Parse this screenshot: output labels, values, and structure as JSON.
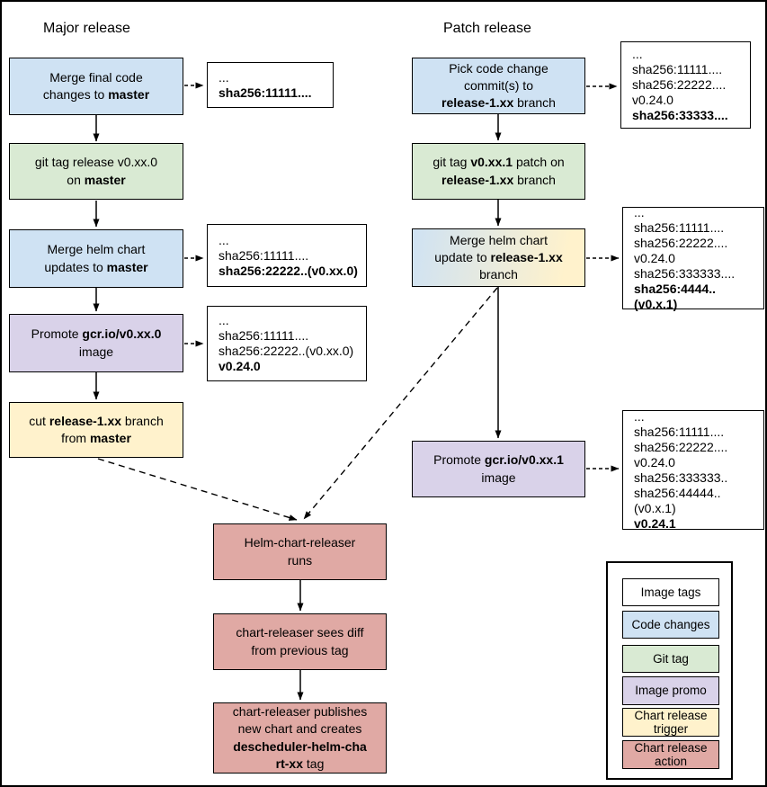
{
  "titles": {
    "major": "Major release",
    "patch": "Patch release"
  },
  "colors": {
    "background": "#ffffff",
    "frame": "#000000",
    "box_border": "#000000",
    "code_changes_blue": "#cfe2f3",
    "git_tag_green": "#d9ead3",
    "image_promo_purple": "#d9d2e9",
    "chart_trigger_yellow": "#fff2cc",
    "chart_action_red": "#e0a9a4",
    "image_tags_white": "#ffffff"
  },
  "nodes": {
    "majorMergeCode": {
      "parts": [
        {
          "t": "Merge final code"
        },
        {
          "br": 1
        },
        {
          "t": "changes to "
        },
        {
          "t": "master",
          "b": 1
        }
      ]
    },
    "majorGitTag": {
      "parts": [
        {
          "t": "git tag release v0.xx.0"
        },
        {
          "br": 1
        },
        {
          "t": "on "
        },
        {
          "t": "master",
          "b": 1
        }
      ]
    },
    "majorMergeHelm": {
      "parts": [
        {
          "t": "Merge helm chart"
        },
        {
          "br": 1
        },
        {
          "t": "updates to "
        },
        {
          "t": "master",
          "b": 1
        }
      ]
    },
    "majorPromote": {
      "parts": [
        {
          "t": "Promote "
        },
        {
          "t": "gcr.io/v0.xx.0",
          "b": 1
        },
        {
          "br": 1
        },
        {
          "t": "image"
        }
      ]
    },
    "majorCut": {
      "parts": [
        {
          "t": "cut "
        },
        {
          "t": "release-1.xx",
          "b": 1
        },
        {
          "t": " branch"
        },
        {
          "br": 1
        },
        {
          "t": "from "
        },
        {
          "t": "master",
          "b": 1
        }
      ]
    },
    "patchPick": {
      "parts": [
        {
          "t": "Pick code change"
        },
        {
          "br": 1
        },
        {
          "t": "commit(s) to"
        },
        {
          "br": 1
        },
        {
          "t": "release-1.xx",
          "b": 1
        },
        {
          "t": " branch"
        }
      ]
    },
    "patchGitTag": {
      "parts": [
        {
          "t": "git tag "
        },
        {
          "t": "v0.xx.1",
          "b": 1
        },
        {
          "t": " patch on"
        },
        {
          "br": 1
        },
        {
          "t": "release-1.xx",
          "b": 1
        },
        {
          "t": " branch"
        }
      ]
    },
    "patchMergeHelm": {
      "parts": [
        {
          "t": "Merge helm chart"
        },
        {
          "br": 1
        },
        {
          "t": "update to "
        },
        {
          "t": "release-1.xx",
          "b": 1
        },
        {
          "br": 1
        },
        {
          "t": "branch"
        }
      ]
    },
    "patchPromote": {
      "parts": [
        {
          "t": "Promote "
        },
        {
          "t": "gcr.io/v0.xx.1",
          "b": 1
        },
        {
          "br": 1
        },
        {
          "t": "image"
        }
      ]
    },
    "releaserRuns": {
      "parts": [
        {
          "t": "Helm-chart-releaser"
        },
        {
          "br": 1
        },
        {
          "t": "runs"
        }
      ]
    },
    "releaserDiff": {
      "parts": [
        {
          "t": "chart-releaser sees diff"
        },
        {
          "br": 1
        },
        {
          "t": "from previous tag"
        }
      ]
    },
    "releaserPublish": {
      "parts": [
        {
          "t": "chart-releaser publishes"
        },
        {
          "br": 1
        },
        {
          "t": "new chart and creates"
        },
        {
          "br": 1
        },
        {
          "t": "descheduler-helm-cha",
          "b": 1
        },
        {
          "br": 1
        },
        {
          "t": "rt-xx",
          "b": 1
        },
        {
          "t": " tag"
        }
      ]
    }
  },
  "tags": {
    "majorTag1": {
      "lines": [
        {
          "t": "..."
        },
        {
          "t": "sha256:11111....",
          "b": 1
        }
      ]
    },
    "majorTag2": {
      "lines": [
        {
          "t": "..."
        },
        {
          "t": "sha256:11111...."
        },
        {
          "t": "sha256:22222..(v0.xx.0)",
          "b": 1
        }
      ]
    },
    "majorTag3": {
      "lines": [
        {
          "t": "..."
        },
        {
          "t": "sha256:11111...."
        },
        {
          "t": "sha256:22222..(v0.xx.0)"
        },
        {
          "t": "v0.24.0",
          "b": 1
        }
      ]
    },
    "patchTag1": {
      "lines": [
        {
          "t": "..."
        },
        {
          "t": "sha256:11111...."
        },
        {
          "t": "sha256:22222...."
        },
        {
          "t": "v0.24.0"
        },
        {
          "t": "sha256:33333....",
          "b": 1
        }
      ]
    },
    "patchTag2": {
      "lines": [
        {
          "t": "..."
        },
        {
          "t": "sha256:11111...."
        },
        {
          "t": "sha256:22222...."
        },
        {
          "t": "v0.24.0"
        },
        {
          "t": "sha256:333333...."
        },
        {
          "t": "sha256:4444..(v0.x.1)",
          "b": 1
        }
      ]
    },
    "patchTag3": {
      "lines": [
        {
          "t": "..."
        },
        {
          "t": "sha256:11111...."
        },
        {
          "t": "sha256:22222...."
        },
        {
          "t": "v0.24.0"
        },
        {
          "t": "sha256:333333.."
        },
        {
          "t": "sha256:44444..(v0.x.1)"
        },
        {
          "t": "v0.24.1",
          "b": 1
        }
      ]
    }
  },
  "legend": {
    "items": [
      {
        "label": "Image tags",
        "color": "#ffffff"
      },
      {
        "label": "Code changes",
        "color": "#cfe2f3"
      },
      {
        "label": "Git tag",
        "color": "#d9ead3"
      },
      {
        "label": "Image promo",
        "color": "#d9d2e9"
      },
      {
        "label": "Chart release trigger",
        "color": "#fff2cc"
      },
      {
        "label": "Chart release action",
        "color": "#e0a9a4"
      }
    ]
  }
}
